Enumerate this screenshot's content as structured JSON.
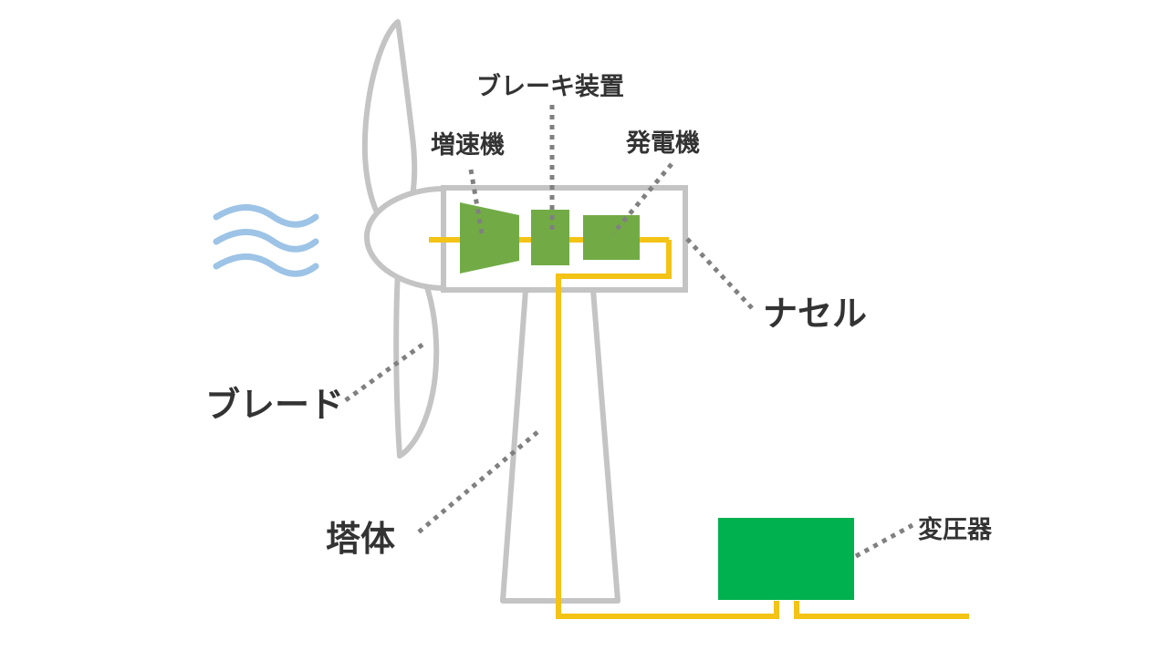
{
  "labels": {
    "brake": "ブレーキ装置",
    "gearbox": "増速機",
    "generator": "発電機",
    "nacelle": "ナセル",
    "blade": "ブレード",
    "tower": "塔体",
    "transformer": "変圧器"
  },
  "colors": {
    "outline": "#c4c4c4",
    "component": "#72ab46",
    "transformer": "#00b14f",
    "cable": "#f3c315",
    "wind": "#9dc3e6",
    "leader": "#808080",
    "text": "#333333"
  }
}
